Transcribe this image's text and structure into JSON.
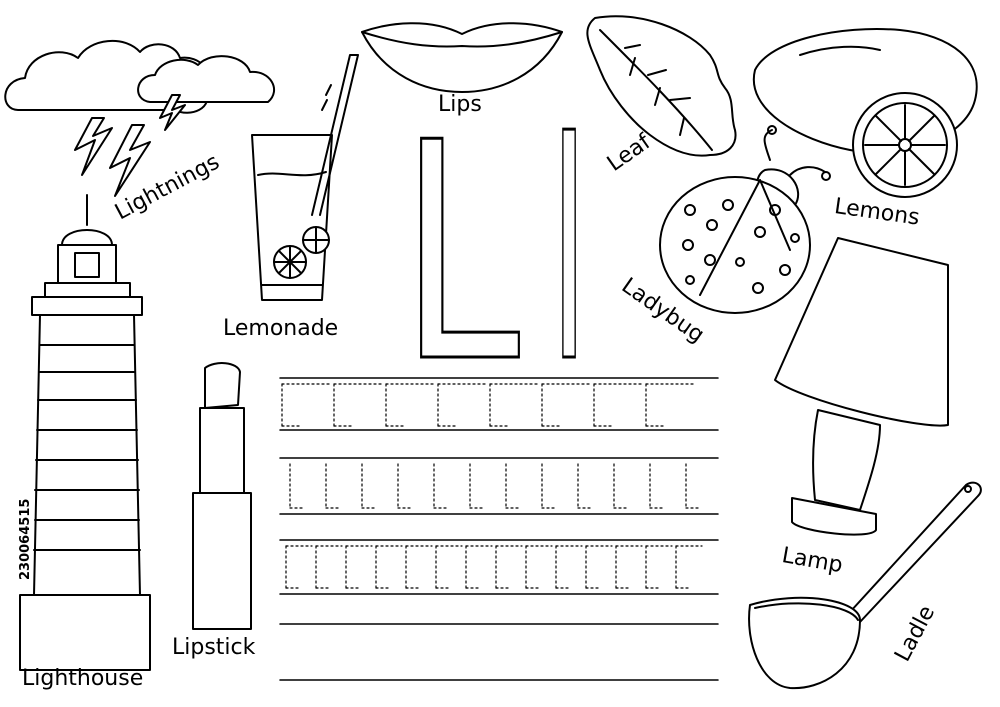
{
  "letters": {
    "upper": "L",
    "lower": "l"
  },
  "labels": {
    "lightnings": "Lightnings",
    "lips": "Lips",
    "leaf": "Leaf",
    "lemons": "Lemons",
    "ladybug": "Ladybug",
    "lemonade": "Lemonade",
    "lighthouse": "Lighthouse",
    "lipstick": "Lipstick",
    "lamp": "Lamp",
    "ladle": "Ladle"
  },
  "stock_id": "230064515",
  "tracing": {
    "rows": 3,
    "boxes_row_1": 8,
    "boxes_row_2": 12,
    "boxes_row_3": 14
  }
}
